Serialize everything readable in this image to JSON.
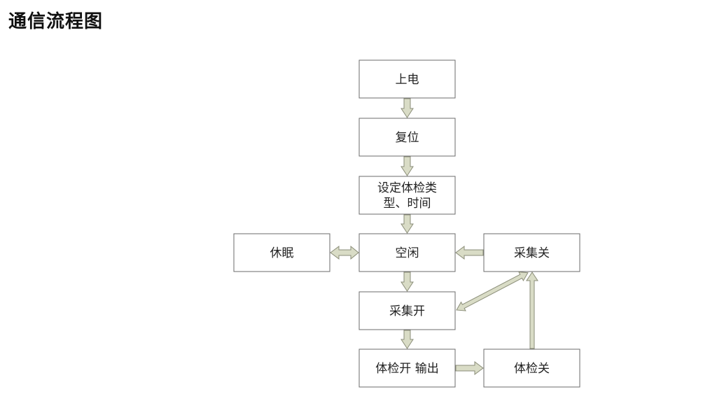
{
  "title": "通信流程图",
  "nodes": {
    "power_on": "上电",
    "reset": "复位",
    "set_type_line1": "设定体检类",
    "set_type_line2": "型、时间",
    "sleep": "休眠",
    "idle": "空闲",
    "collect_off": "采集关",
    "collect_on": "采集开",
    "exam_on_output": "体检开  输出",
    "exam_off": "体检关"
  },
  "colors": {
    "arrow_fill": "#d9dcc6",
    "arrow_stroke": "#8a8d78",
    "box_stroke": "#6b6b6b"
  }
}
